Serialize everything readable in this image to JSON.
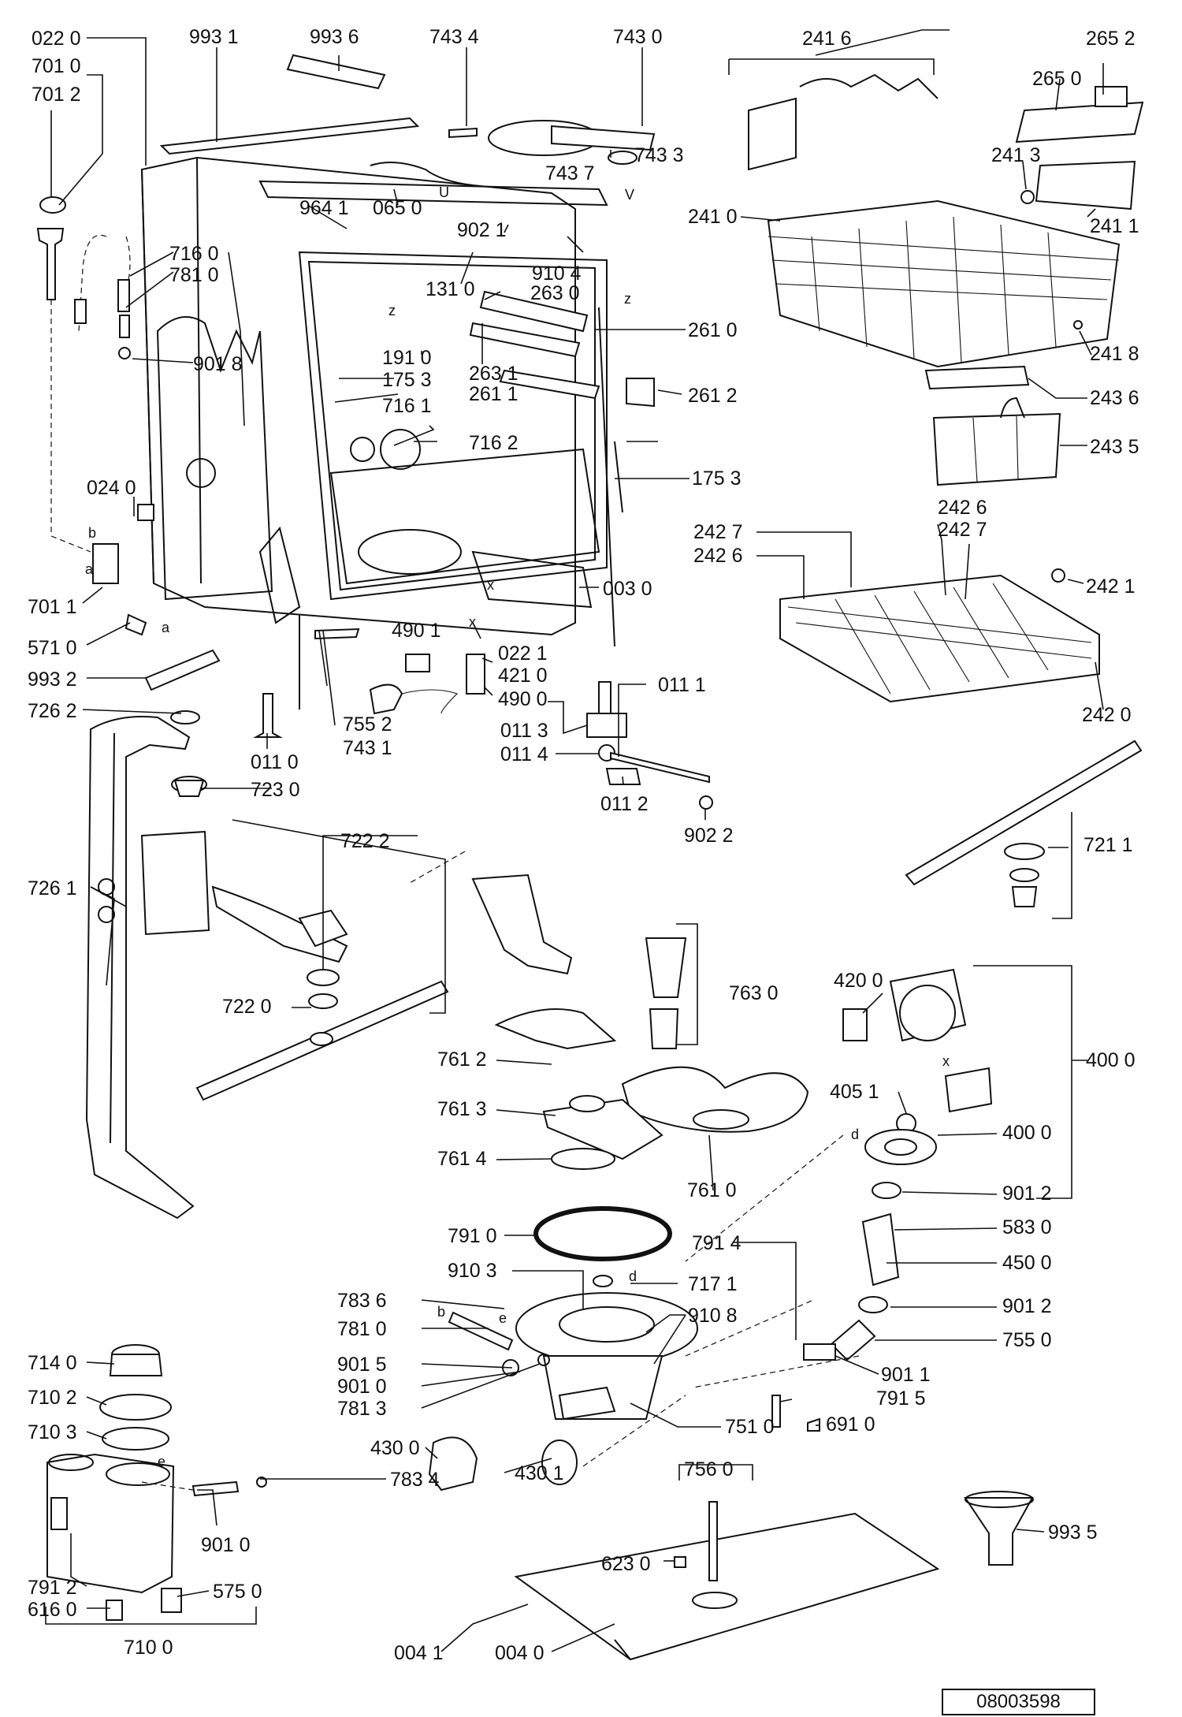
{
  "document_id": "08003598",
  "callout_letters": [
    "z",
    "z",
    "x",
    "x",
    "b",
    "a",
    "a",
    "b",
    "d",
    "d",
    "e",
    "e",
    "x",
    "U",
    "V"
  ],
  "labels": {
    "l_022_0": "022 0",
    "l_701_0": "701 0",
    "l_701_2": "701 2",
    "l_993_1": "993 1",
    "l_993_6": "993 6",
    "l_743_4": "743 4",
    "l_743_0": "743 0",
    "l_743_7": "743 7",
    "l_743_3": "743 3",
    "l_964_1": "964 1",
    "l_065_0": "065 0",
    "l_902_1": "902 1",
    "l_910_4": "910 4",
    "l_131_0": "131 0",
    "l_263_0": "263 0",
    "l_716_0": "716 0",
    "l_781_0a": "781 0",
    "l_901_8": "901 8",
    "l_191_0": "191 0",
    "l_175_3a": "175 3",
    "l_716_1": "716 1",
    "l_263_1": "263 1",
    "l_261_1": "261 1",
    "l_261_0": "261 0",
    "l_261_2": "261 2",
    "l_716_2": "716 2",
    "l_175_3b": "175 3",
    "l_024_0": "024 0",
    "l_003_0": "003 0",
    "l_701_1": "701 1",
    "l_022_1": "022 1",
    "l_571_0": "571 0",
    "l_490_1": "490 1",
    "l_421_0": "421 0",
    "l_490_0": "490 0",
    "l_993_2": "993 2",
    "l_011_1": "011 1",
    "l_726_2": "726 2",
    "l_011_3": "011 3",
    "l_011_4": "011 4",
    "l_755_2": "755 2",
    "l_743_1": "743 1",
    "l_011_0": "011 0",
    "l_723_0": "723 0",
    "l_011_2": "011 2",
    "l_902_2": "902 2",
    "l_241_6": "241 6",
    "l_265_2": "265 2",
    "l_265_0": "265 0",
    "l_241_3": "241 3",
    "l_241_0": "241 0",
    "l_241_1": "241 1",
    "l_241_8": "241 8",
    "l_243_6": "243 6",
    "l_243_5": "243 5",
    "l_242_6a": "242 6",
    "l_242_7a": "242 7",
    "l_242_7b": "242 7",
    "l_242_6b": "242 6",
    "l_242_1": "242 1",
    "l_242_0": "242 0",
    "l_721_1": "721 1",
    "l_722_2": "722 2",
    "l_726_1": "726 1",
    "l_722_0": "722 0",
    "l_763_0": "763 0",
    "l_761_2": "761 2",
    "l_761_3": "761 3",
    "l_761_4": "761 4",
    "l_761_0": "761 0",
    "l_420_0": "420 0",
    "l_400_0a": "400 0",
    "l_405_1": "405 1",
    "l_400_0b": "400 0",
    "l_901_2a": "901 2",
    "l_583_0": "583 0",
    "l_450_0": "450 0",
    "l_901_2b": "901 2",
    "l_755_0": "755 0",
    "l_901_1": "901 1",
    "l_791_5": "791 5",
    "l_691_0": "691 0",
    "l_791_0": "791 0",
    "l_791_4": "791 4",
    "l_910_3": "910 3",
    "l_717_1": "717 1",
    "l_910_8": "910 8",
    "l_783_6": "783 6",
    "l_781_0b": "781 0",
    "l_901_5": "901 5",
    "l_901_0a": "901 0",
    "l_781_3": "781 3",
    "l_751_0": "751 0",
    "l_714_0": "714 0",
    "l_710_2": "710 2",
    "l_710_3": "710 3",
    "l_430_0": "430 0",
    "l_430_1": "430 1",
    "l_783_4": "783 4",
    "l_756_0": "756 0",
    "l_901_0b": "901 0",
    "l_623_0": "623 0",
    "l_993_5": "993 5",
    "l_791_2": "791 2",
    "l_575_0": "575 0",
    "l_616_0": "616 0",
    "l_710_0": "710 0",
    "l_004_1": "004 1",
    "l_004_0": "004 0"
  }
}
